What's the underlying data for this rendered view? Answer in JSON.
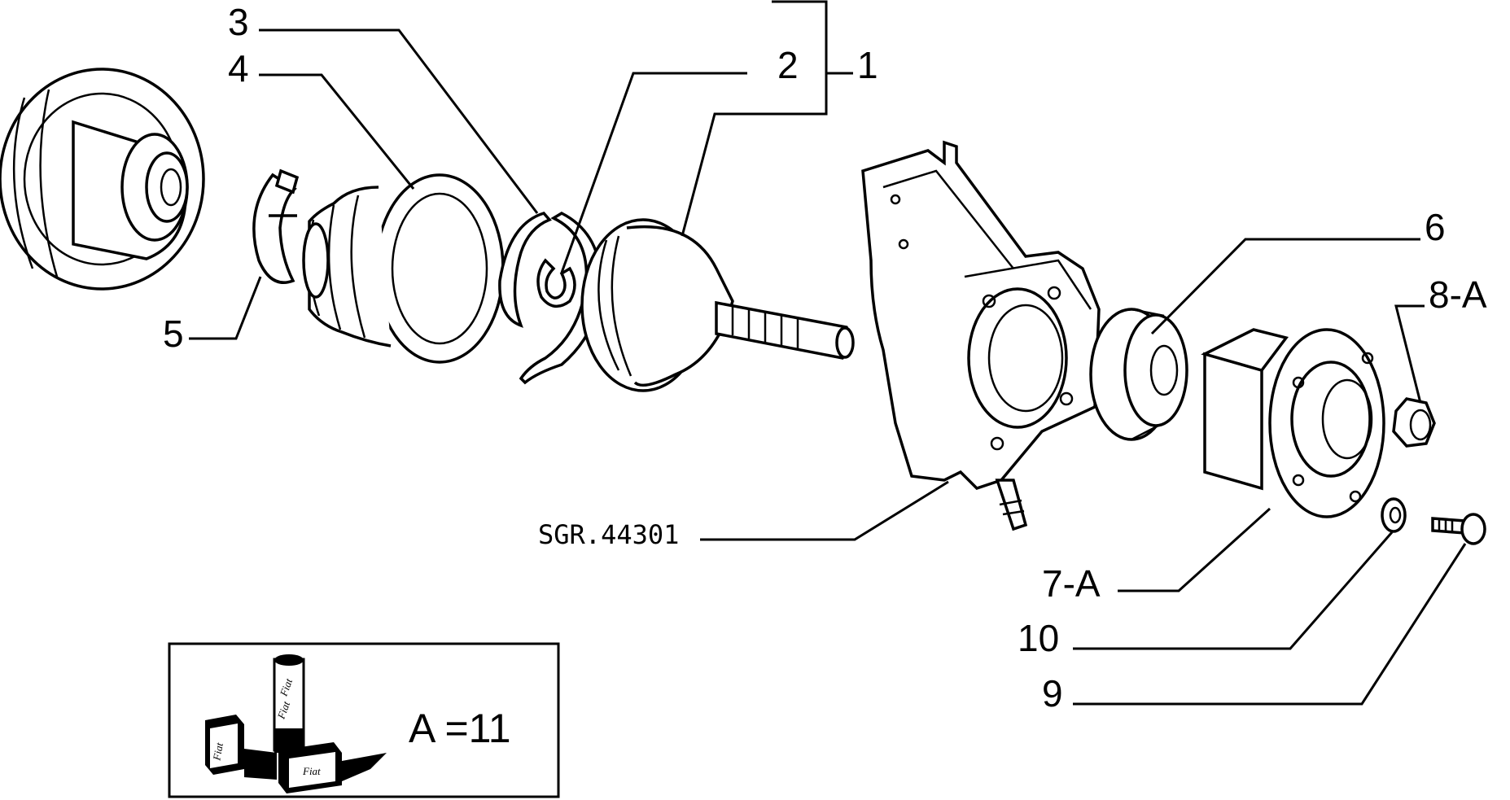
{
  "callouts": {
    "c1": "1",
    "c2": "2",
    "c3": "3",
    "c4": "4",
    "c5": "5",
    "c6": "6",
    "c7": "7-A",
    "c8": "8-A",
    "c9": "9",
    "c10": "10"
  },
  "drawing_code": "SGR.44301",
  "legend": {
    "text": "A =11",
    "product_label": "Fiat"
  },
  "icons": {
    "legend_icon": "lubricant-product-icon"
  }
}
